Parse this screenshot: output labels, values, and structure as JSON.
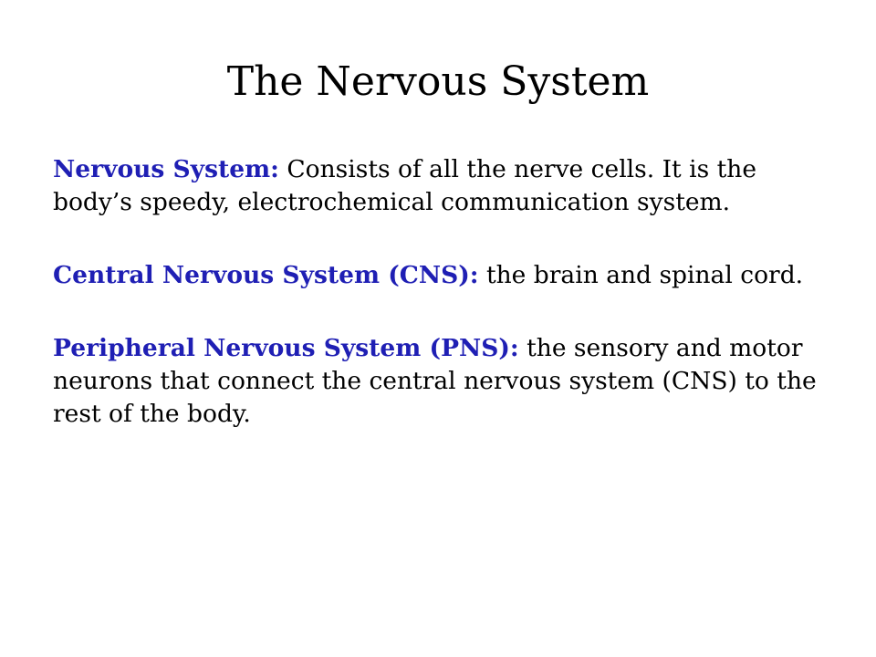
{
  "slide": {
    "title": "The Nervous System",
    "term_color": "#1f1fb4",
    "paragraphs": [
      {
        "term": "Nervous System:",
        "definition": " Consists of all the nerve cells. It is the body’s speedy, electrochemical communication system."
      },
      {
        "term": "Central Nervous System (CNS):",
        "definition": " the brain and spinal cord."
      },
      {
        "term": "Peripheral Nervous System (PNS):",
        "definition": " the sensory and motor neurons that connect the central nervous system (CNS) to the rest of the body."
      }
    ]
  }
}
